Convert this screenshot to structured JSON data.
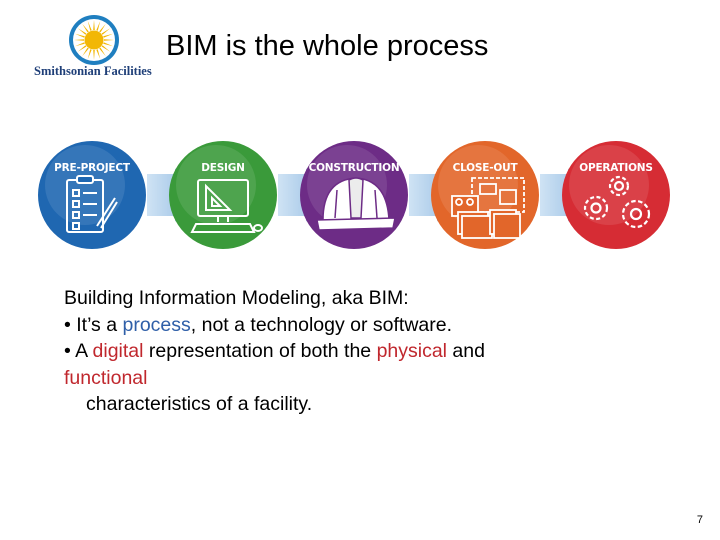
{
  "logo": {
    "text": "Smithsonian Facilities",
    "icon": "sun-icon",
    "sun_color": "#f2b705",
    "ring_color": "#1f7fc0"
  },
  "title": "BIM is the whole process",
  "stages": [
    {
      "label": "PRE-PROJECT",
      "icon": "checklist-icon",
      "color": "#1f67b1"
    },
    {
      "label": "DESIGN",
      "icon": "computer-drafting-icon",
      "color": "#3a9a3a"
    },
    {
      "label": "CONSTRUCTION",
      "icon": "hard-hat-icon",
      "color": "#6d2c86"
    },
    {
      "label": "CLOSE-OUT",
      "icon": "files-and-plans-icon",
      "color": "#e2662a"
    },
    {
      "label": "OPERATIONS",
      "icon": "gears-icon",
      "color": "#d62c34"
    }
  ],
  "body": {
    "line1": "Building Information Modeling, aka BIM:",
    "line2": {
      "bullet": "•",
      "pre": " It’s a ",
      "highlight": "process",
      "post": ", not a technology or software."
    },
    "line3": {
      "bullet": "•",
      "pre": " A ",
      "highlight1": "digital",
      "mid": " representation of both the ",
      "highlight2": "physical",
      "post": " and"
    },
    "line4": "functional",
    "line5": "characteristics of a facility."
  },
  "page_number": "7"
}
